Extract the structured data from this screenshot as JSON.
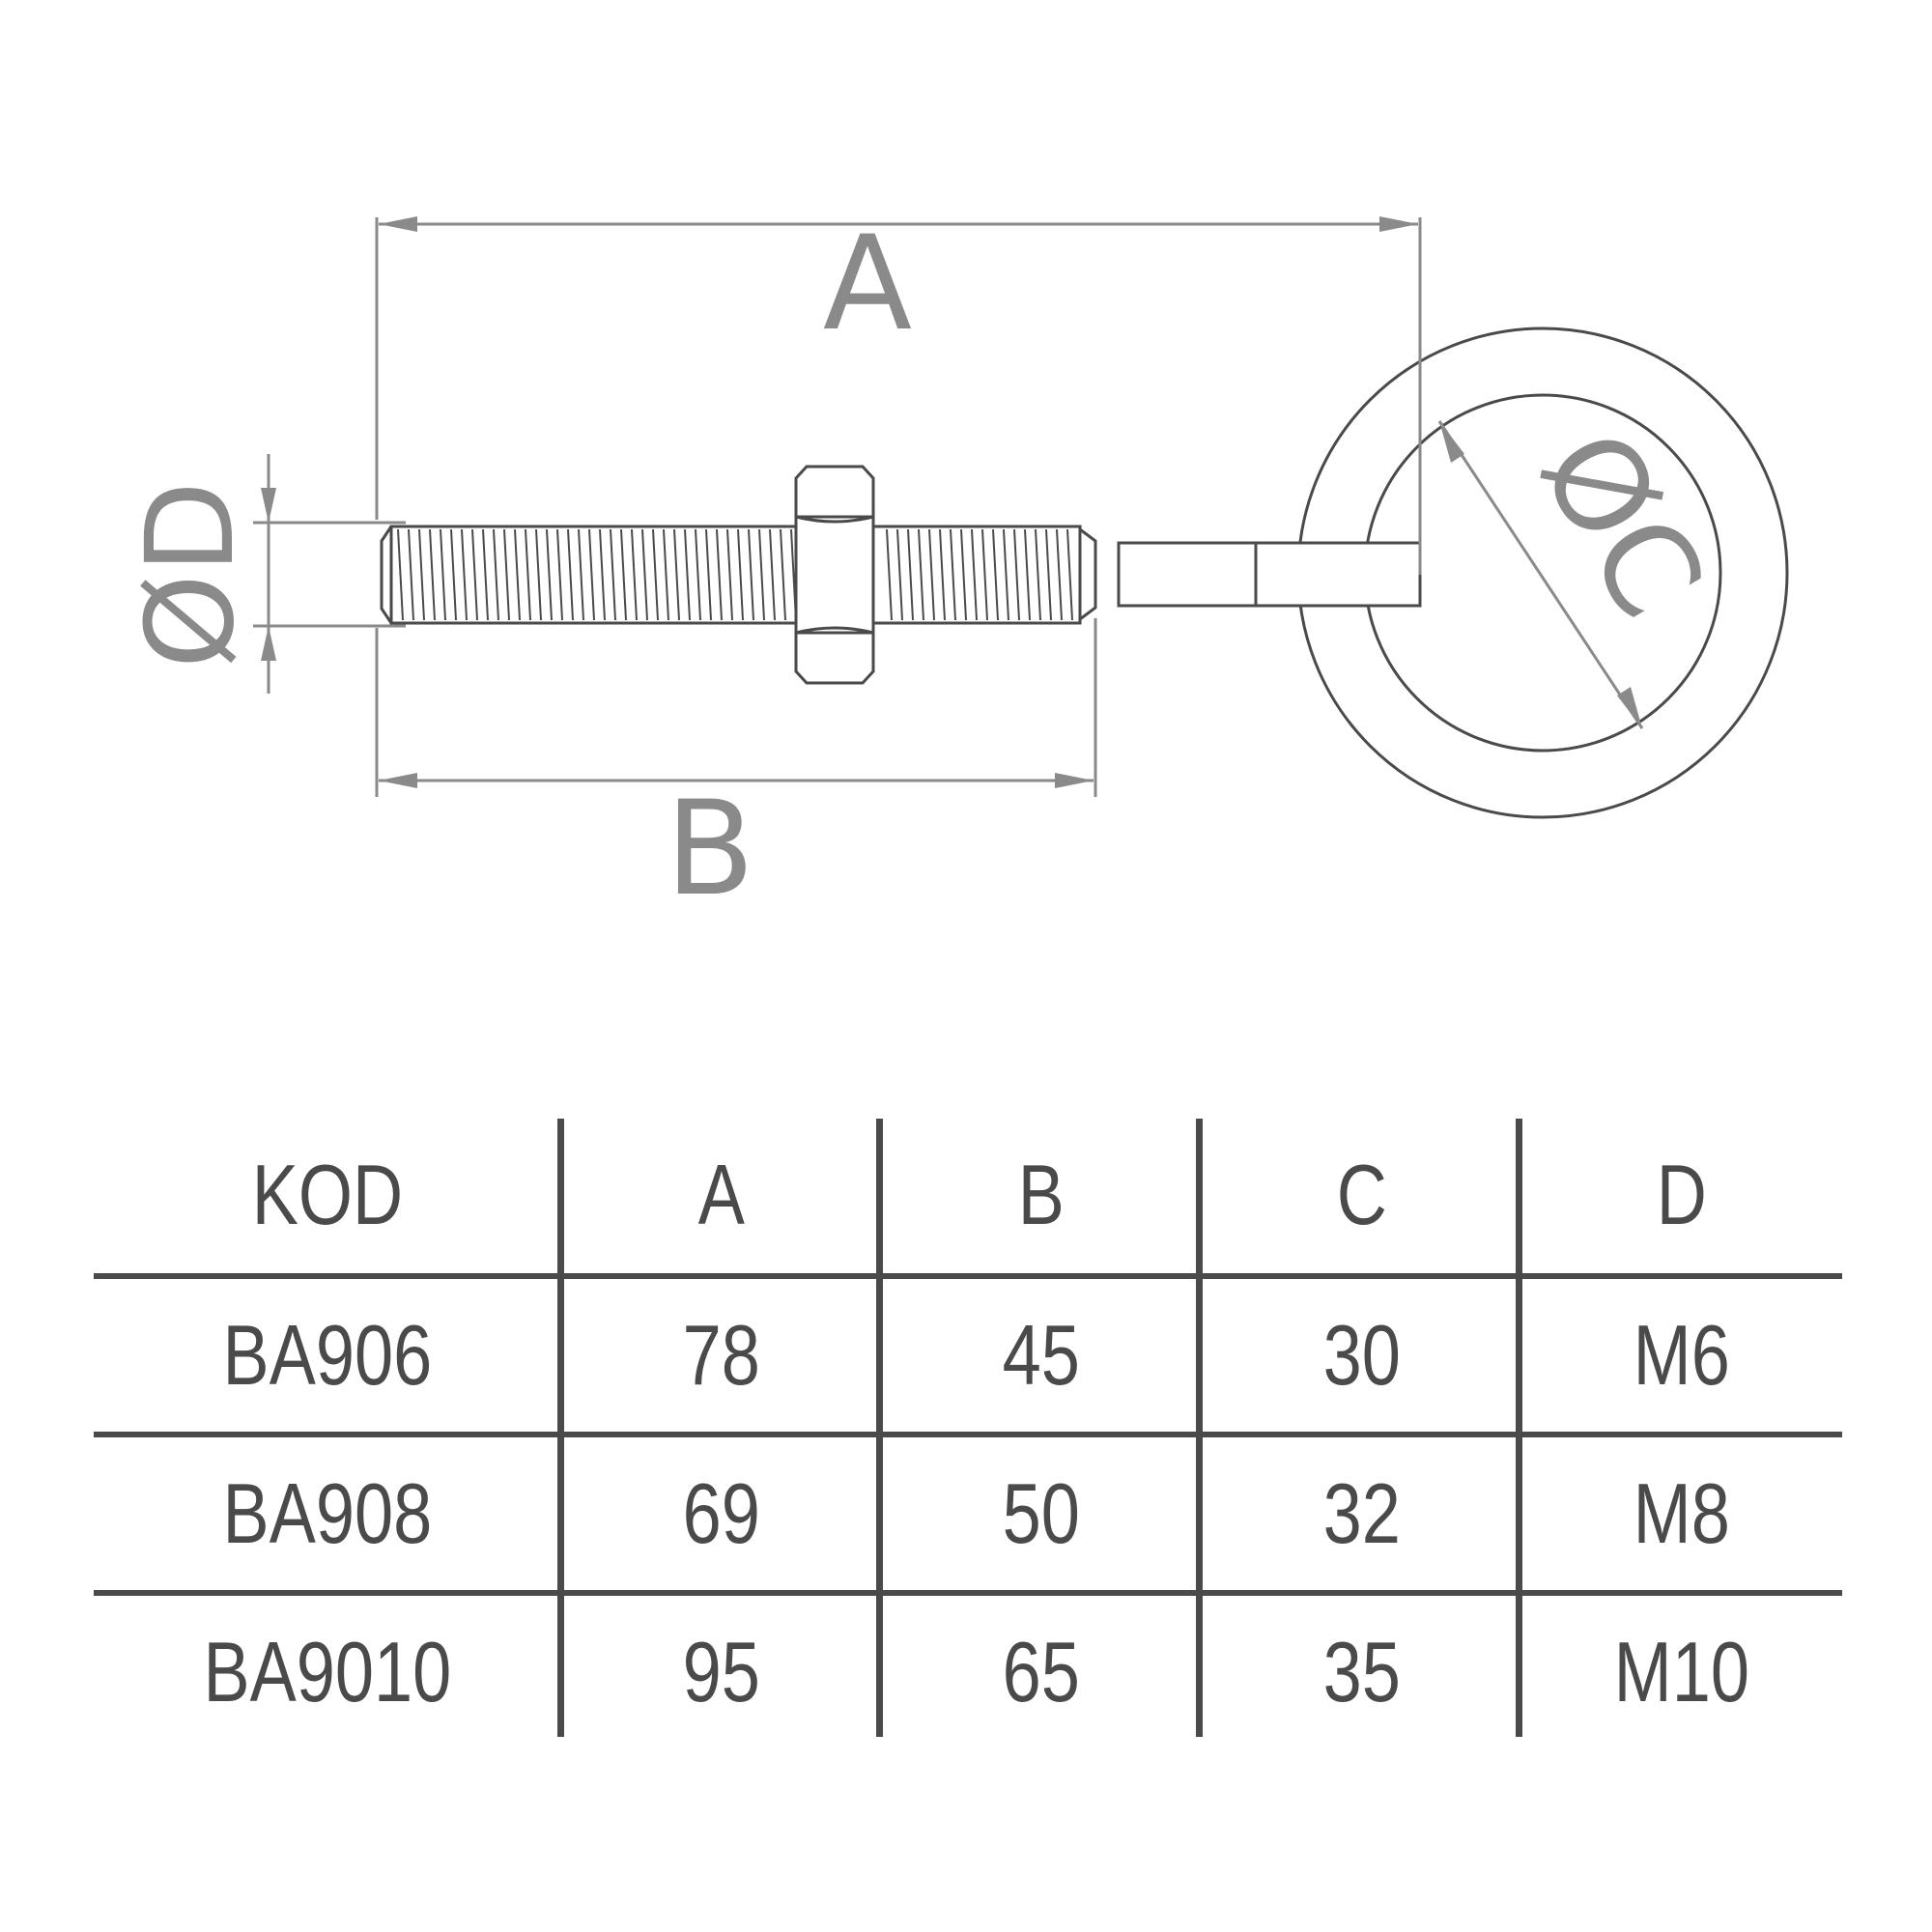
{
  "drawing": {
    "labels": {
      "a": "A",
      "b": "B",
      "c": "ØC",
      "d": "ØD"
    },
    "line_color": "#4a4a4a",
    "dim_color": "#8a8a8a"
  },
  "table": {
    "headers": [
      "KOD",
      "A",
      "B",
      "C",
      "D"
    ],
    "rows": [
      [
        "BA906",
        "78",
        "45",
        "30",
        "M6"
      ],
      [
        "BA908",
        "69",
        "50",
        "32",
        "M8"
      ],
      [
        "BA9010",
        "95",
        "65",
        "35",
        "M10"
      ]
    ]
  }
}
